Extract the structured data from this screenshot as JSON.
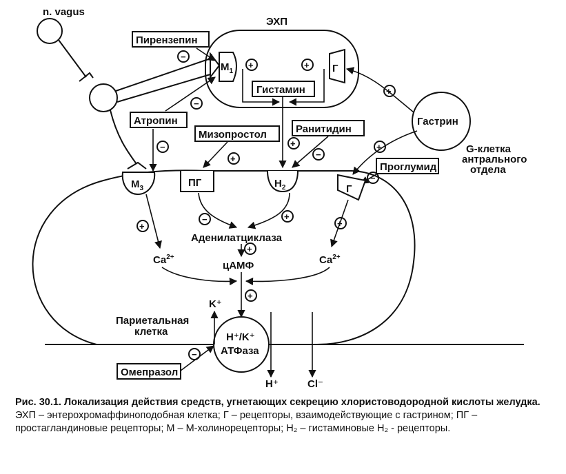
{
  "diagram": {
    "nerve": "n. vagus",
    "ecl_cell": "ЭХП",
    "drugs": {
      "pirenzepine": "Пирензепин",
      "atropine": "Атропин",
      "misoprostol": "Мизопростол",
      "ranitidine": "Ранитидин",
      "proglumide": "Проглумид",
      "omeprazole": "Омепразол"
    },
    "receptors": {
      "m1_base": "M",
      "m1_sub": "1",
      "g_ecl": "Г",
      "m3_base": "M",
      "m3_sub": "3",
      "pg": "ПГ",
      "h2_base": "H",
      "h2_sub": "2",
      "g_parietal": "Г"
    },
    "histamine": "Гистамин",
    "gastrin": "Гастрин",
    "g_cell_lines": [
      "G-клетка",
      "антрального",
      "отдела"
    ],
    "adenylate_cyclase": "Аденилатциклаза",
    "camp": "цАМФ",
    "ca": "Ca",
    "ca_charge": "2+",
    "parietal_lines": [
      "Париетальная",
      "клетка"
    ],
    "pump_line1": "H⁺/K⁺",
    "pump_line2": "АТФаза",
    "k_ion": "K⁺",
    "h_ion": "H⁺",
    "cl_ion": "Cl⁻",
    "plus": "+",
    "minus": "−"
  },
  "caption": {
    "title": "Рис. 30.1.",
    "title_text": " Локализация действия средств, угнетающих секрецию хлористоводородной кислоты желудка.",
    "legend": "ЭХП – энтерохромаффиноподобная клетка; Г – рецепторы, взаимодействующие с гастрином; ПГ – простагландиновые рецепторы; М – М-холинорецепторы; Н₂ – гистаминовые Н₂ - рецепторы."
  }
}
